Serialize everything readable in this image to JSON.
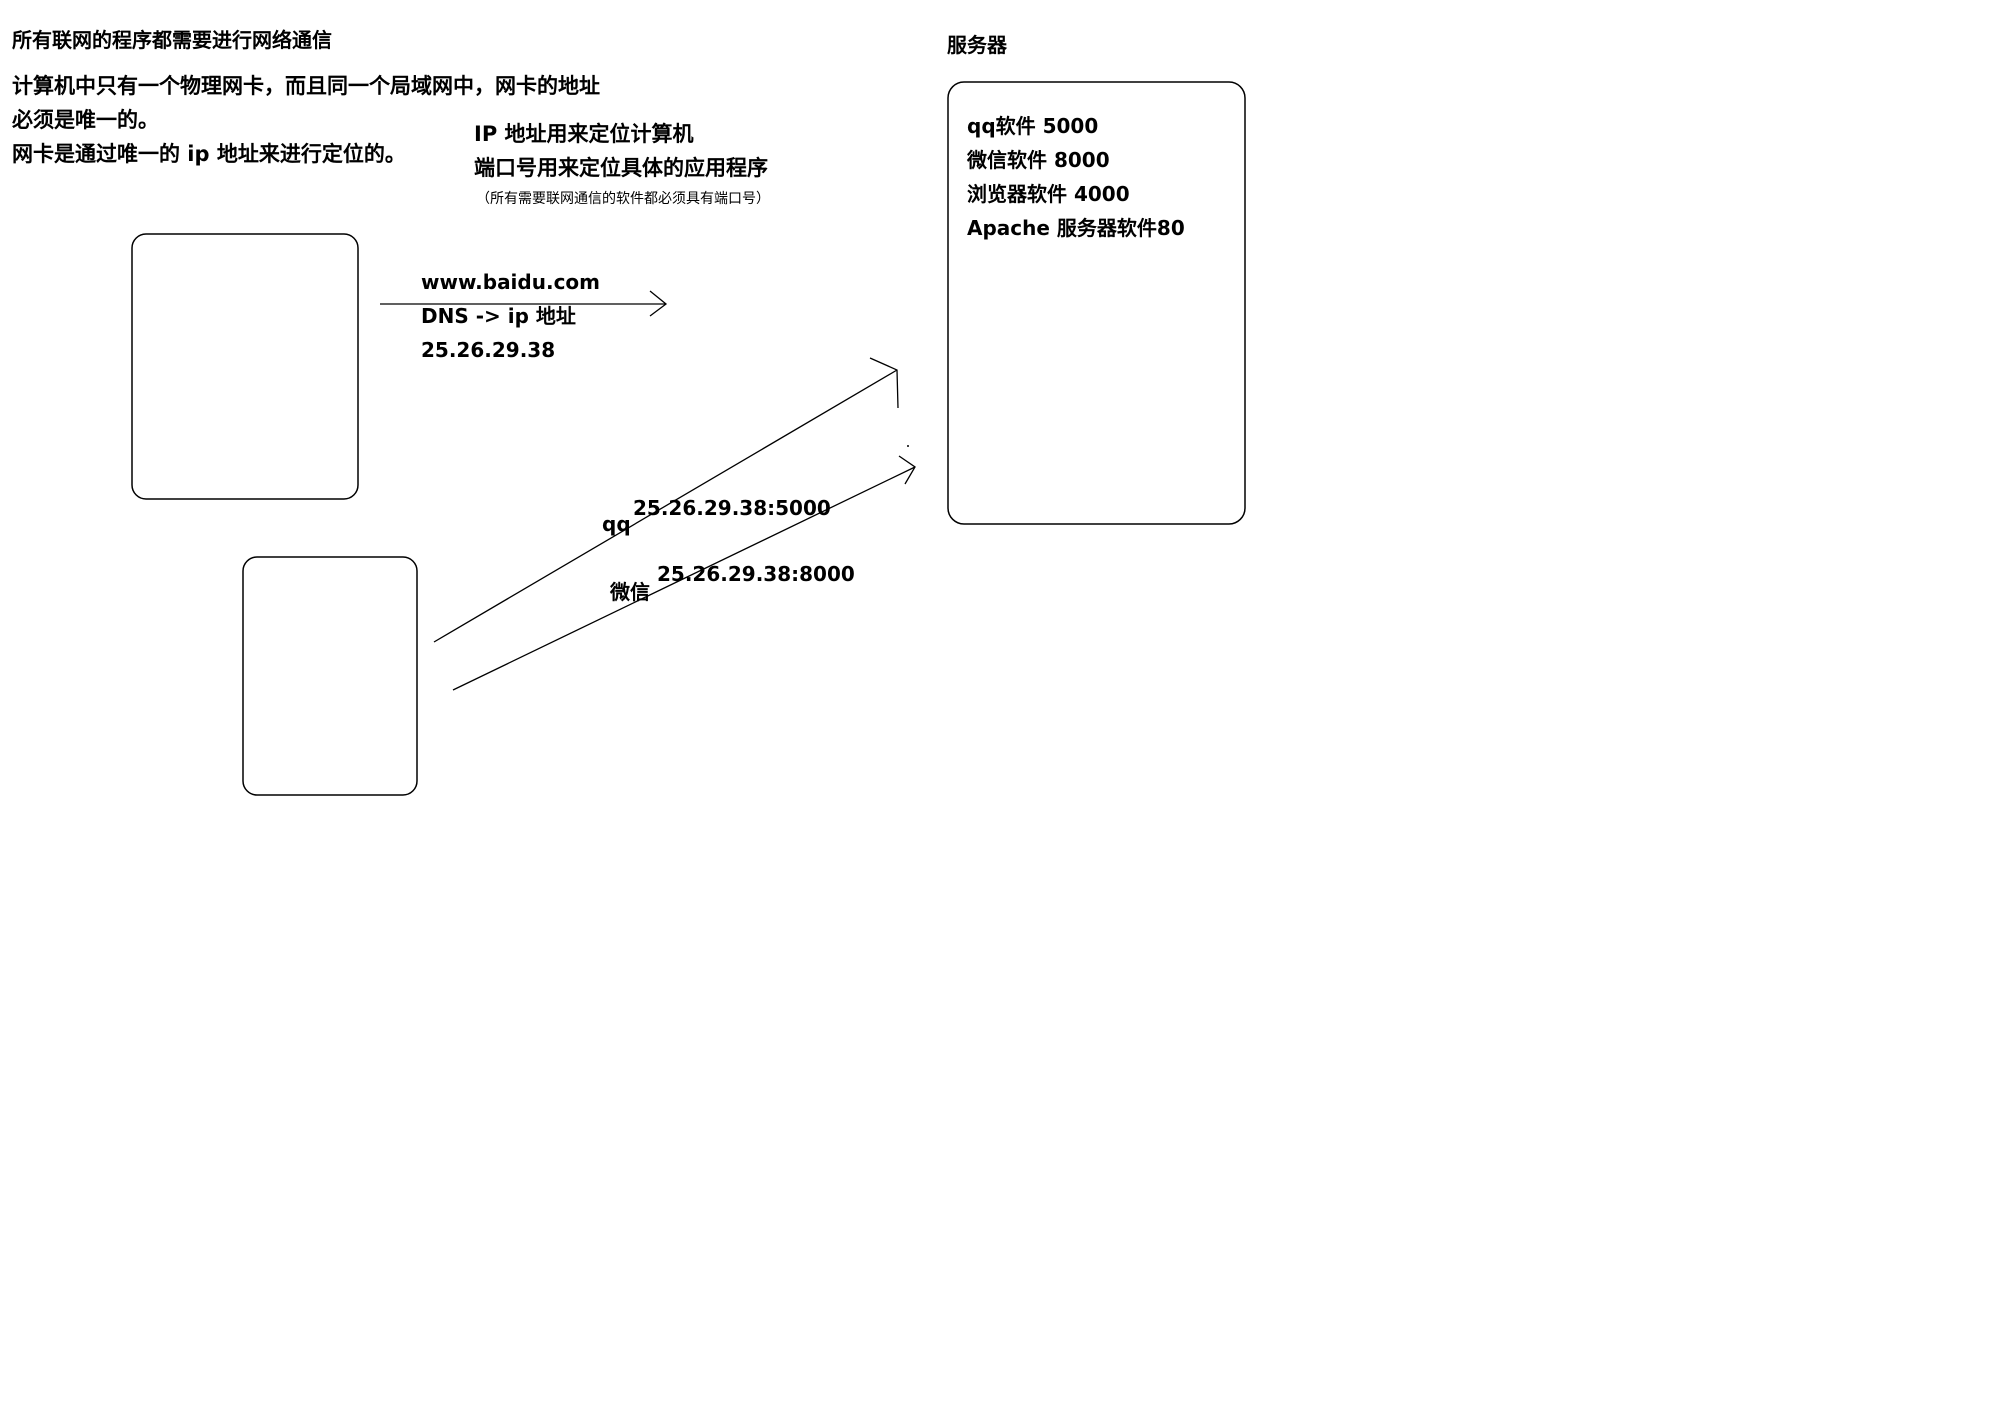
{
  "heading": "所有联网的程序都需要进行网络通信",
  "nic_notes": [
    "计算机中只有一个物理网卡，而且同一个局域网中，网卡的地址",
    "必须是唯一的。",
    "网卡是通过唯一的 ip 地址来进行定位的。"
  ],
  "ip_note": "IP 地址用来定位计算机",
  "port_note": "端口号用来定位具体的应用程序",
  "port_subnote": "（所有需要联网通信的软件都必须具有端口号）",
  "server": {
    "label": "服务器",
    "apps": [
      "qq软件 5000",
      "微信软件  8000",
      "浏览器软件 4000",
      "Apache 服务器软件80"
    ]
  },
  "dns": {
    "domain": "www.baidu.com",
    "lookup": "DNS -> ip 地址",
    "ip": "25.26.29.38"
  },
  "connections": [
    {
      "app": "qq",
      "address": "25.26.29.38:5000"
    },
    {
      "app": "微信",
      "address": "25.26.29.38:8000"
    }
  ],
  "colors": {
    "stroke": "#000000",
    "background": "#ffffff"
  }
}
